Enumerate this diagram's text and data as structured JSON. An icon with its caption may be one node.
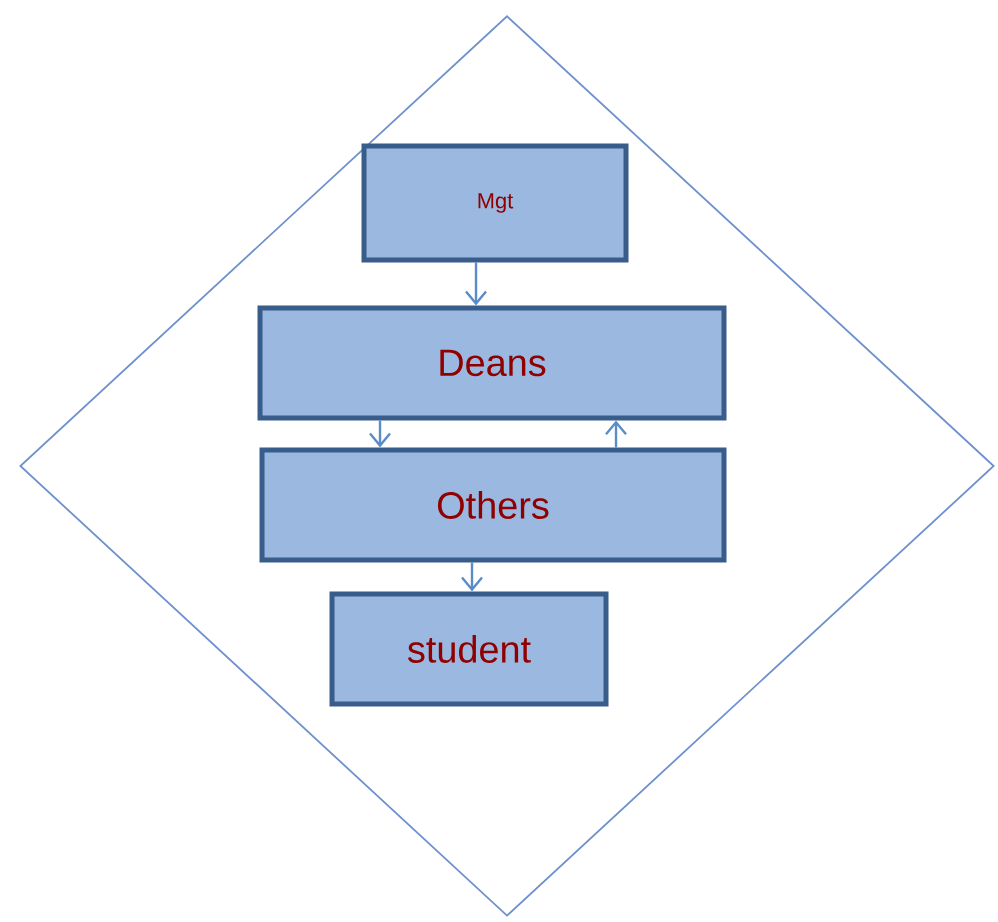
{
  "diagram": {
    "nodes": [
      {
        "text": [],
        "shape": "diamond"
      },
      {
        "text": [
          "Mgt"
        ],
        "in": 0
      },
      {
        "text": [
          "Deans"
        ],
        "in": 0
      },
      {
        "text": [
          "Others"
        ],
        "in": 0
      },
      {
        "text": [
          "student"
        ],
        "in": 0
      }
    ],
    "edges": [
      {
        "from": 1,
        "to": 2,
        "arrow": "to"
      },
      {
        "from": 2,
        "to": 3,
        "arrow": "to"
      },
      {
        "from": 3,
        "to": 2,
        "arrow": "to"
      },
      {
        "from": 3,
        "to": 4,
        "arrow": "to"
      }
    ]
  }
}
